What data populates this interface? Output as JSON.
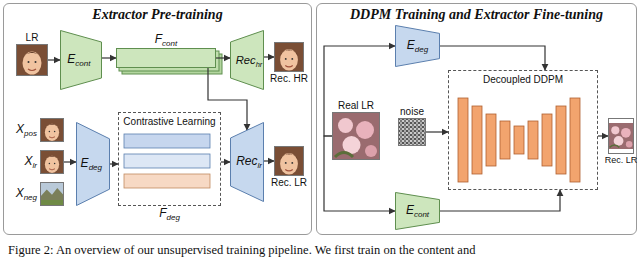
{
  "diagram": {
    "caption": "Figure 2: An overview of our unsupervised training pipeline. We first train on the content and",
    "nodes": [
      {
        "text": [
          "Extractor Pre-training"
        ]
      },
      {
        "text": [
          "DDPM Training and Extractor Fine-tuning"
        ]
      },
      {
        "text": [
          "LR"
        ],
        "in": 0
      },
      {
        "text": [
          "E",
          "cont"
        ],
        "in": 0
      },
      {
        "text": [
          "F",
          "cont"
        ],
        "in": 0
      },
      {
        "text": [
          "Rec",
          "hr"
        ],
        "in": 0
      },
      {
        "text": [
          "Rec. HR"
        ],
        "in": 0
      },
      {
        "text": [
          "X",
          "pos"
        ],
        "in": 0
      },
      {
        "text": [
          "X",
          "lr"
        ],
        "in": 0
      },
      {
        "text": [
          "X",
          "neg"
        ],
        "in": 0
      },
      {
        "text": [
          "E",
          "deg"
        ],
        "in": 0
      },
      {
        "text": [
          "Contrastive Learning",
          "F",
          "deg"
        ],
        "in": 0
      },
      {
        "text": [
          "Rec",
          "lr"
        ],
        "in": 0
      },
      {
        "text": [
          "Rec. LR"
        ],
        "in": 0
      },
      {
        "text": [
          "E",
          "deg"
        ],
        "in": 1
      },
      {
        "text": [
          "Real LR"
        ],
        "in": 1
      },
      {
        "text": [
          "noise"
        ],
        "in": 1
      },
      {
        "text": [
          "Decoupled DDPM"
        ],
        "in": 1
      },
      {
        "text": [
          "Rec. LR"
        ],
        "in": 1
      },
      {
        "text": [
          "E",
          "cont"
        ],
        "in": 1
      }
    ],
    "edges": [
      {
        "from": 2,
        "to": 3,
        "arrow": "to"
      },
      {
        "from": 3,
        "to": 4,
        "arrow": "to"
      },
      {
        "from": 4,
        "to": 5,
        "arrow": "to"
      },
      {
        "from": 5,
        "to": 6,
        "arrow": "to"
      },
      {
        "from": 4,
        "to": 12,
        "arrow": "to"
      },
      {
        "from": 8,
        "to": 10,
        "arrow": "to"
      },
      {
        "from": 10,
        "to": 11,
        "arrow": "to"
      },
      {
        "from": 11,
        "to": 12,
        "arrow": "to"
      },
      {
        "from": 12,
        "to": 13,
        "arrow": "to"
      },
      {
        "from": 15,
        "to": 14,
        "arrow": "to"
      },
      {
        "from": 15,
        "to": 19,
        "arrow": "to"
      },
      {
        "from": 16,
        "to": 17,
        "arrow": "to"
      },
      {
        "from": 14,
        "to": 17,
        "arrow": "to"
      },
      {
        "from": 19,
        "to": 17,
        "arrow": "to"
      },
      {
        "from": 17,
        "to": 18,
        "arrow": "to"
      }
    ]
  }
}
